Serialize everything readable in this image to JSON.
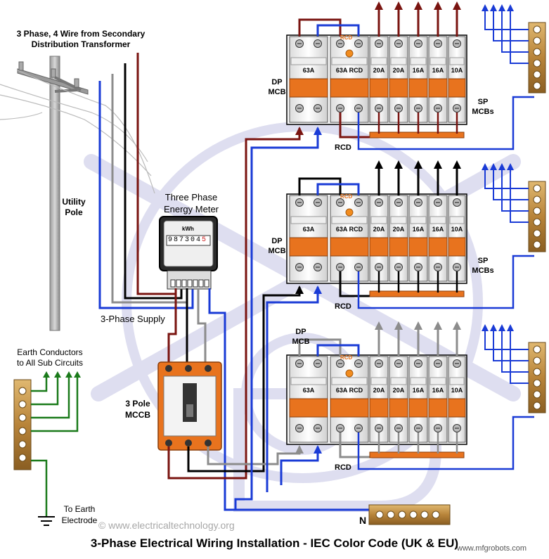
{
  "title": "3-Phase Electrical Wiring Installation - IEC Color Code (UK & EU)",
  "source_line1": "3 Phase, 4 Wire from Secondary",
  "source_line2": "Distribution Transformer",
  "utility_pole_line1": "Utility",
  "utility_pole_line2": "Pole",
  "meter_label_line1": "Three Phase",
  "meter_label_line2": "Energy Meter",
  "meter_unit": "kWh",
  "meter_digits": "987304",
  "meter_last_digit": "5",
  "supply_label": "3-Phase Supply",
  "earth_line1": "Earth Conductors",
  "earth_line2": "to All Sub Circuits",
  "to_earth_line1": "To Earth",
  "to_earth_line2": "Electrode",
  "mccb_line1": "3 Pole",
  "mccb_line2": "MCCB",
  "dp_mcb_line1": "DP",
  "dp_mcb_line2": "MCB",
  "sp_mcbs_line1": "SP",
  "sp_mcbs_line2": "MCBs",
  "rcd_label": "RCD",
  "neutral_label": "N",
  "breaker_ratings": [
    "63A",
    "63A RCD",
    "20A",
    "20A",
    "16A",
    "16A",
    "10A"
  ],
  "watermark": "© www.electricaltechnology.org",
  "site_watermark": "www.mfgrobots.com",
  "colors": {
    "phase_L1": "#7a1410",
    "phase_L2": "#000000",
    "phase_L3": "#8c8c8c",
    "neutral": "#1a3bd6",
    "earth": "#1a7a1a",
    "breaker_orange": "#e8731e",
    "terminal_brass": "#b8843a",
    "watermark_logo": "#b8b8dc"
  }
}
